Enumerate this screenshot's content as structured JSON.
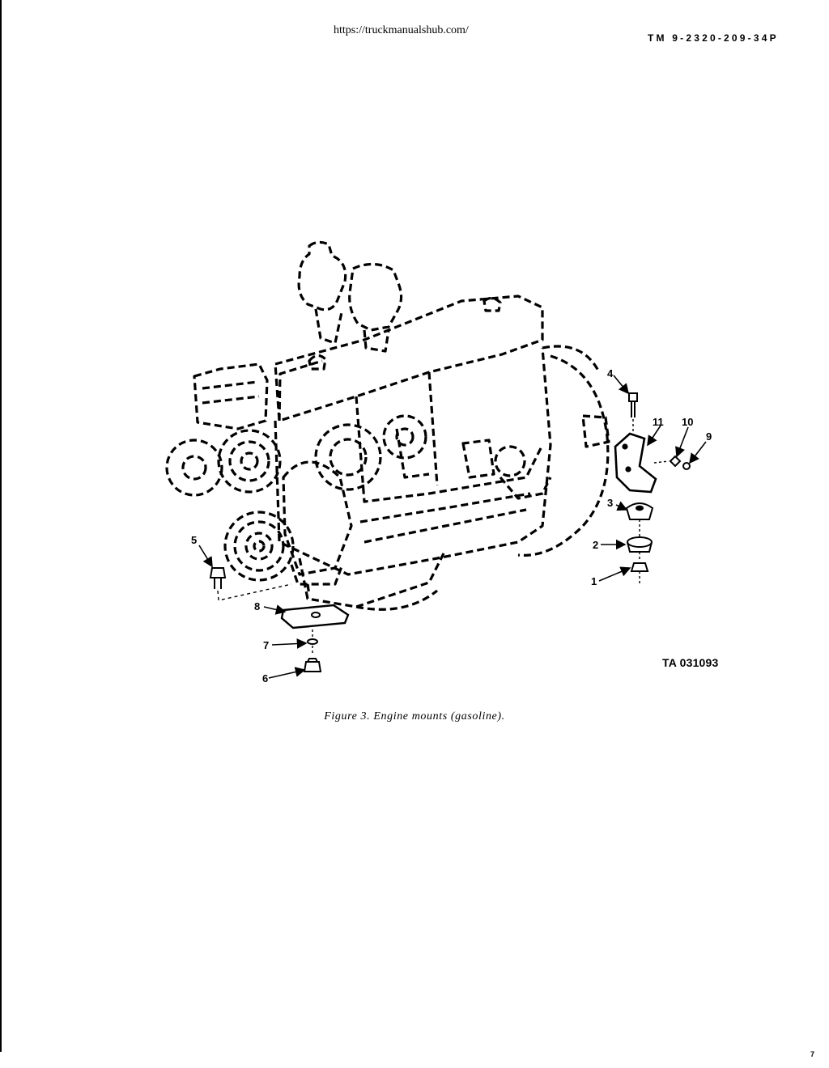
{
  "header": {
    "source_url": "https://truckmanualshub.com/",
    "tm_number": "TM 9-2320-209-34P"
  },
  "figure": {
    "callouts": [
      "1",
      "2",
      "3",
      "4",
      "5",
      "6",
      "7",
      "8",
      "9",
      "10",
      "11"
    ],
    "ta_code": "TA 031093",
    "caption": "Figure 3. Engine mounts (gasoline)."
  },
  "footer": {
    "page_number": "7"
  }
}
